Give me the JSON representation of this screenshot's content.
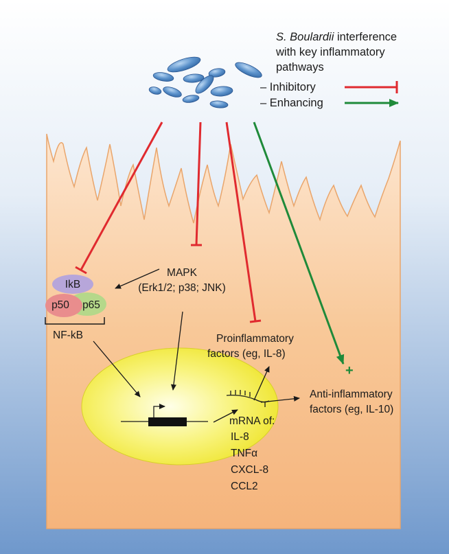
{
  "legend": {
    "title_italic": "S. Boulardii",
    "title_rest": " interference",
    "title_line2": "with key inflammatory",
    "title_line3": "pathways",
    "inhibitory": "– Inhibitory",
    "enhancing": "– Enhancing"
  },
  "complex": {
    "ikb": "IkB",
    "p50": "p50",
    "p65": "p65",
    "nfkb": "NF-kB"
  },
  "mapk": {
    "line1": "MAPK",
    "line2": "(Erk1/2; p38; JNK)"
  },
  "proinflammatory": {
    "line1": "Proinflammatory",
    "line2": "factors (eg, IL-8)"
  },
  "antiinflammatory": {
    "line1": "Anti-inflammatory",
    "line2": "factors (eg, IL-10)"
  },
  "mrna": {
    "header": "mRNA of:",
    "items": [
      "IL-8",
      "TNFα",
      "CXCL-8",
      "CCL2"
    ]
  },
  "plus_sign": "+",
  "colors": {
    "inhibitory": "#e02a2f",
    "enhancing": "#1f8a3a",
    "cell": "#f6c08f",
    "nucleus": "#f4ef4a",
    "yeast": "#4f87c4"
  }
}
